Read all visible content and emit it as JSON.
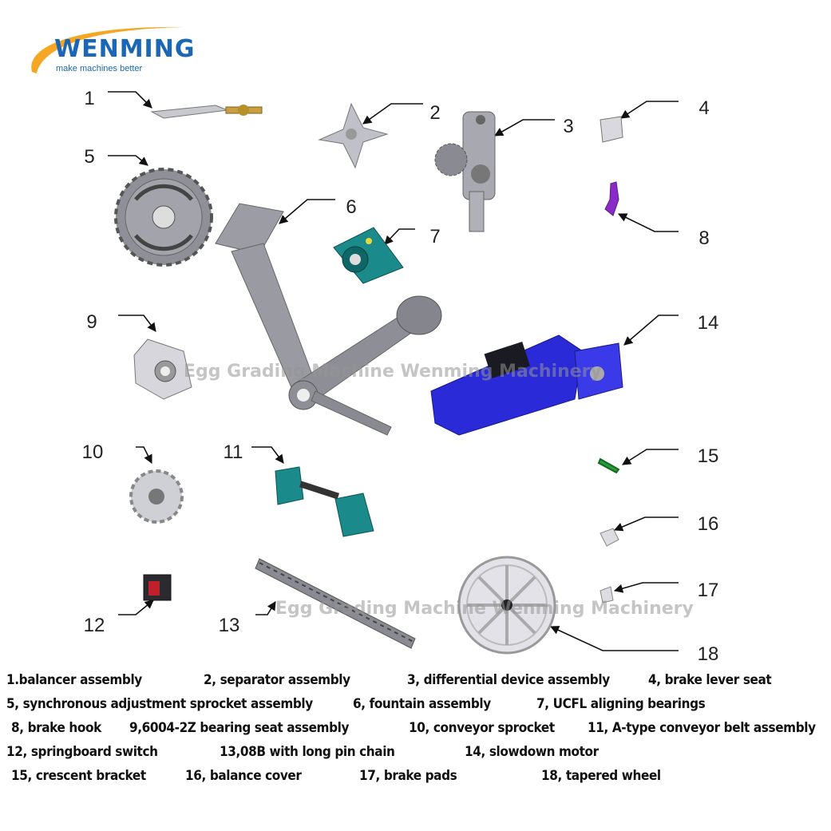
{
  "logo": {
    "brand": "WENMING",
    "tagline": "make machines better",
    "colors": {
      "brand_blue": "#1b67b5",
      "swoosh": "#f5a623"
    }
  },
  "part_numbers": [
    "1",
    "2",
    "3",
    "4",
    "5",
    "6",
    "7",
    "8",
    "9",
    "10",
    "11",
    "12",
    "13",
    "14",
    "15",
    "16",
    "17",
    "18"
  ],
  "watermarks": [
    "Egg Grading Machine  Wenming Machinery",
    "Egg Grading Machine  Wenming Machinery"
  ],
  "legend": [
    "1.balancer assembly",
    "2, separator assembly",
    "3, differential device assembly",
    "4, brake lever seat",
    "5, synchronous adjustment sprocket assembly",
    "6, fountain assembly",
    "7, UCFL aligning bearings",
    "8, brake hook",
    "9,6004-2Z bearing seat assembly",
    "10, conveyor sprocket",
    "11, A-type conveyor belt assembly",
    "12, springboard switch",
    "13,08B with long pin chain",
    "14, slowdown motor",
    "15, crescent bracket",
    "16, balance cover",
    "17, brake pads",
    "18, tapered wheel"
  ],
  "colors": {
    "motor_blue": "#2a2ad8",
    "bearing_teal": "#1a8a8a",
    "hook_purple": "#8a2bc8",
    "bracket_green": "#2a9a3a",
    "switch_red": "#c0202a",
    "metal_grey": "#9a9aa4"
  }
}
